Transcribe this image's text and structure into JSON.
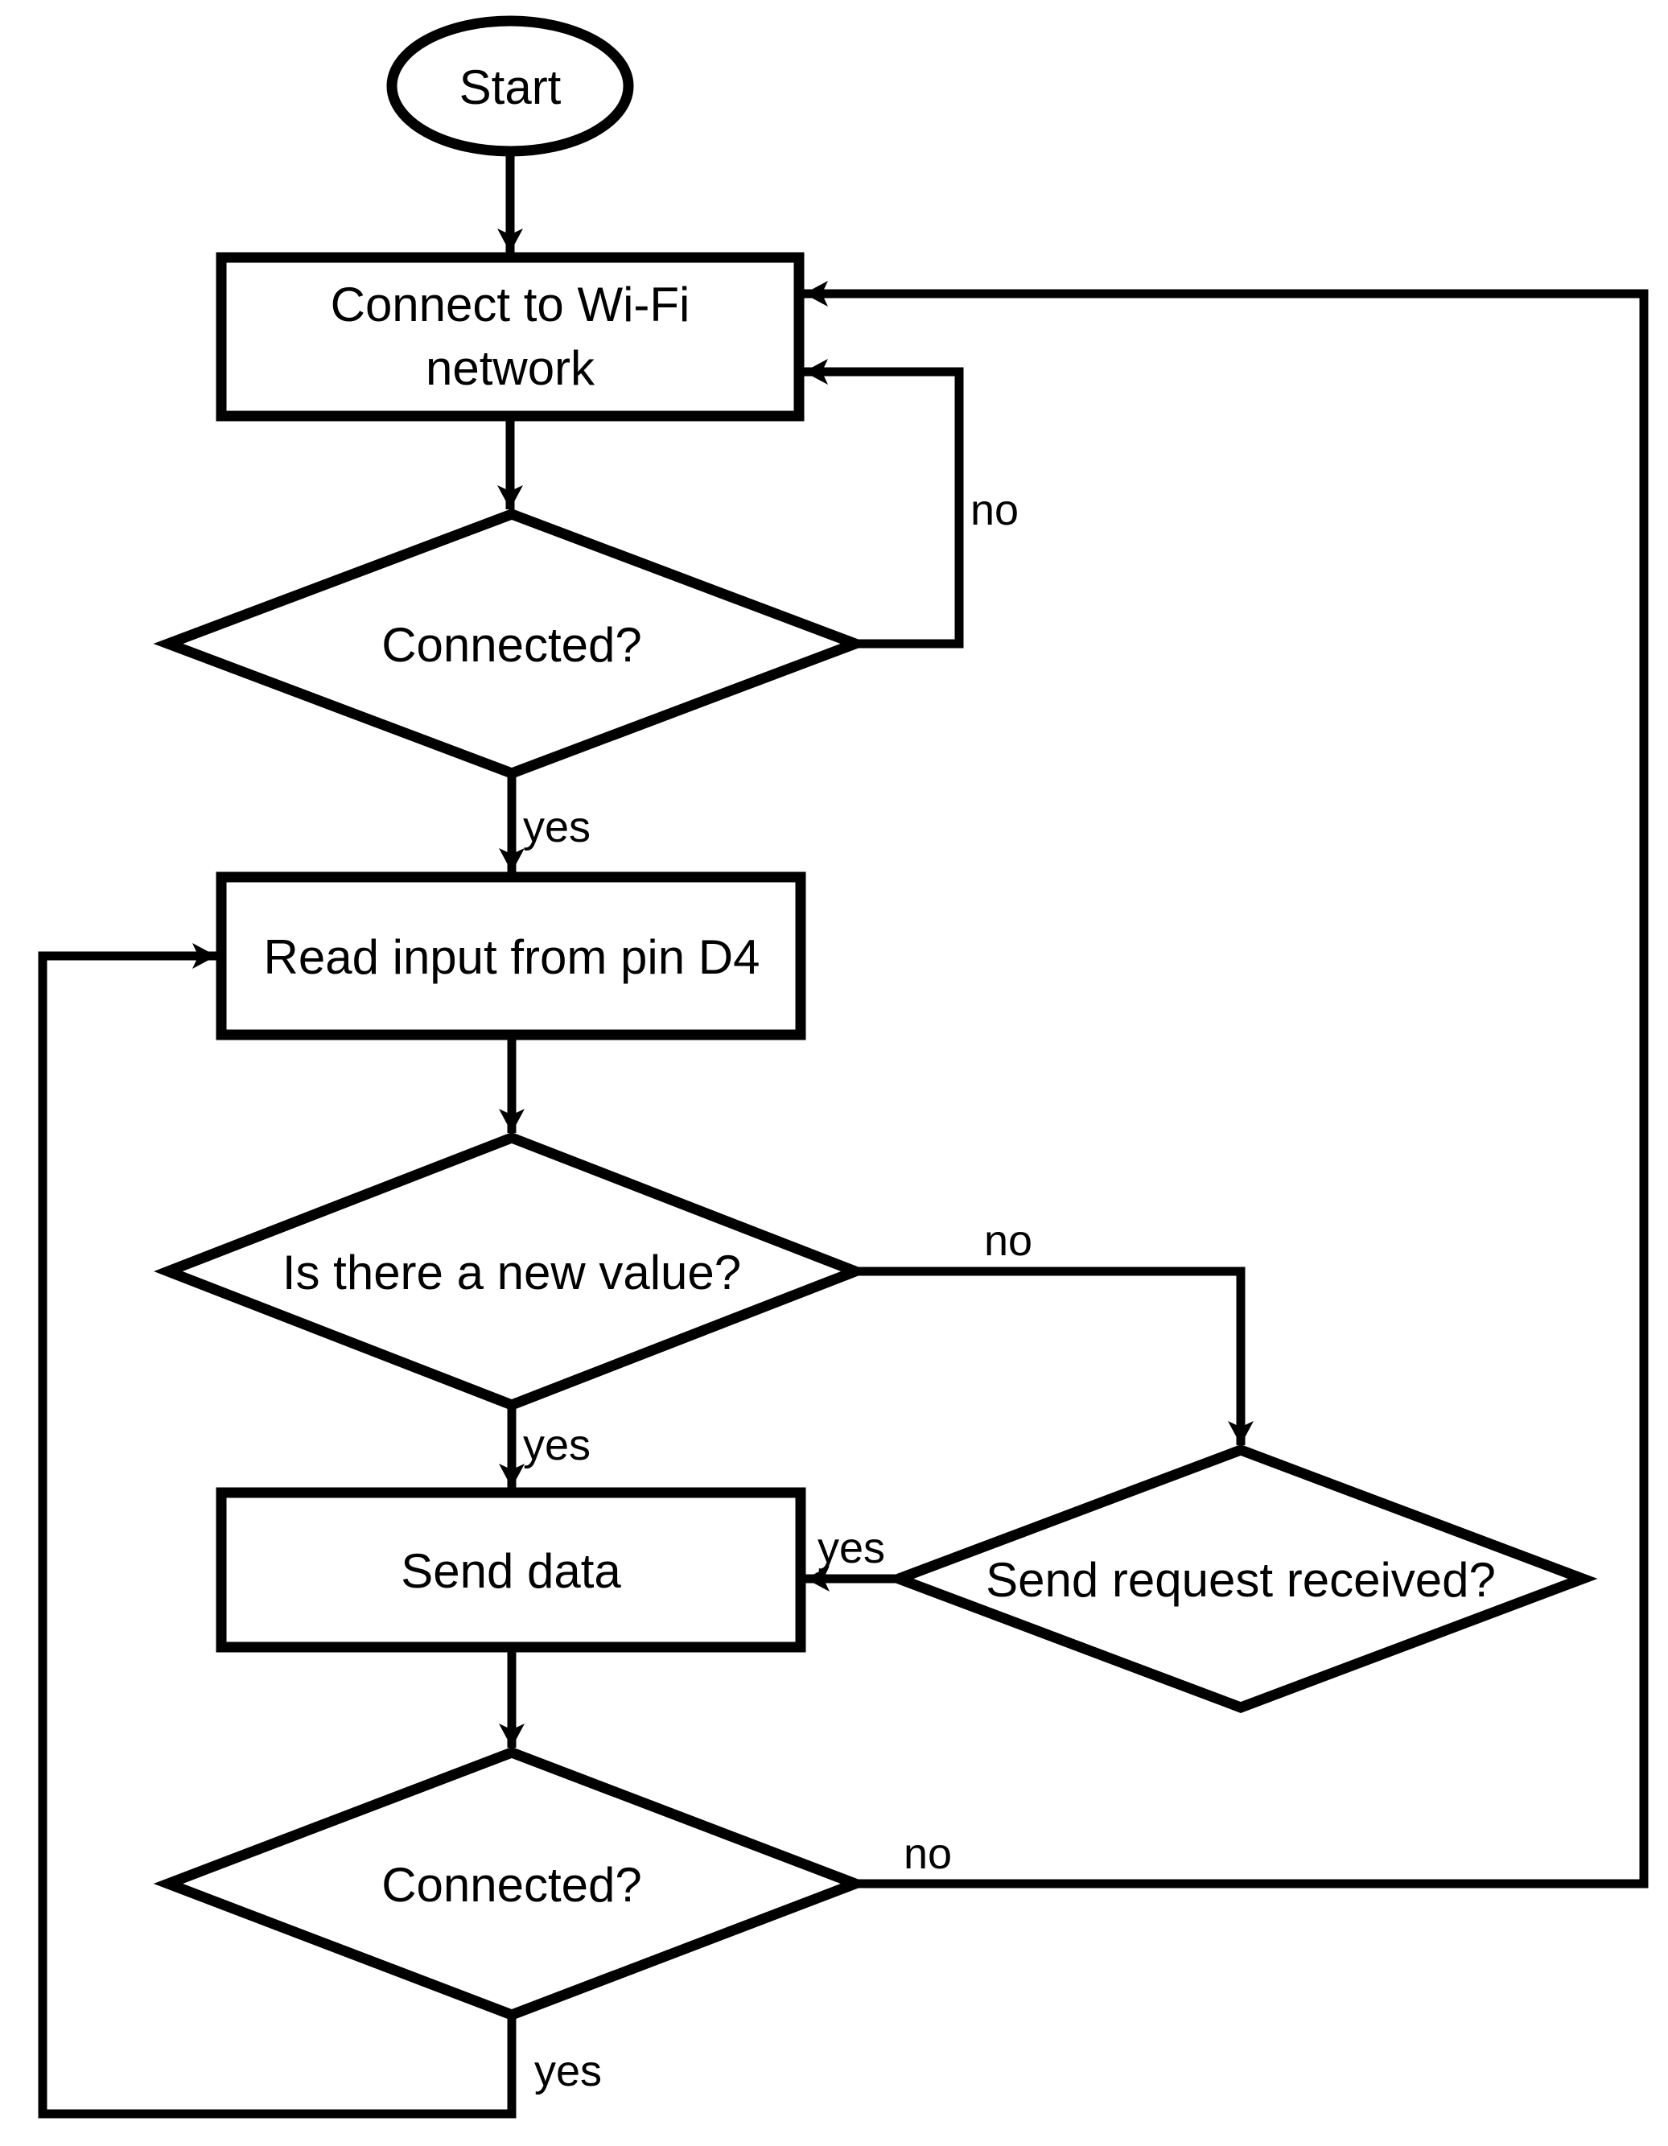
{
  "page": {
    "background_color": "#ffffff",
    "stroke_color": "#000000",
    "text_color": "#000000"
  },
  "diagram": {
    "type": "flowchart",
    "nodes": {
      "start": {
        "shape": "terminator",
        "label": "Start"
      },
      "connect_wifi": {
        "shape": "process",
        "label": "Connect to Wi-Fi network",
        "line1": "Connect to Wi-Fi",
        "line2": "network"
      },
      "wifi_connected": {
        "shape": "decision",
        "label": "Connected?"
      },
      "read_input": {
        "shape": "process",
        "label": "Read input from pin D4"
      },
      "new_value": {
        "shape": "decision",
        "label": "Is there a new value?"
      },
      "send_request": {
        "shape": "decision",
        "label": "Send request received?"
      },
      "send_data": {
        "shape": "process",
        "label": "Send data"
      },
      "still_connected": {
        "shape": "decision",
        "label": "Connected?"
      }
    },
    "edge_labels": {
      "wifi_connected_no": "no",
      "wifi_connected_yes": "yes",
      "new_value_no": "no",
      "new_value_yes": "yes",
      "send_request_yes": "yes",
      "still_connected_no": "no",
      "still_connected_yes": "yes"
    },
    "edges": [
      {
        "from": "start",
        "to": "connect_wifi",
        "label": ""
      },
      {
        "from": "connect_wifi",
        "to": "wifi_connected",
        "label": ""
      },
      {
        "from": "wifi_connected",
        "to": "connect_wifi",
        "label": "no"
      },
      {
        "from": "wifi_connected",
        "to": "read_input",
        "label": "yes"
      },
      {
        "from": "read_input",
        "to": "new_value",
        "label": ""
      },
      {
        "from": "new_value",
        "to": "send_request",
        "label": "no"
      },
      {
        "from": "new_value",
        "to": "send_data",
        "label": "yes"
      },
      {
        "from": "send_request",
        "to": "send_data",
        "label": "yes"
      },
      {
        "from": "send_data",
        "to": "still_connected",
        "label": ""
      },
      {
        "from": "still_connected",
        "to": "connect_wifi",
        "label": "no"
      },
      {
        "from": "still_connected",
        "to": "read_input",
        "label": "yes"
      }
    ]
  }
}
